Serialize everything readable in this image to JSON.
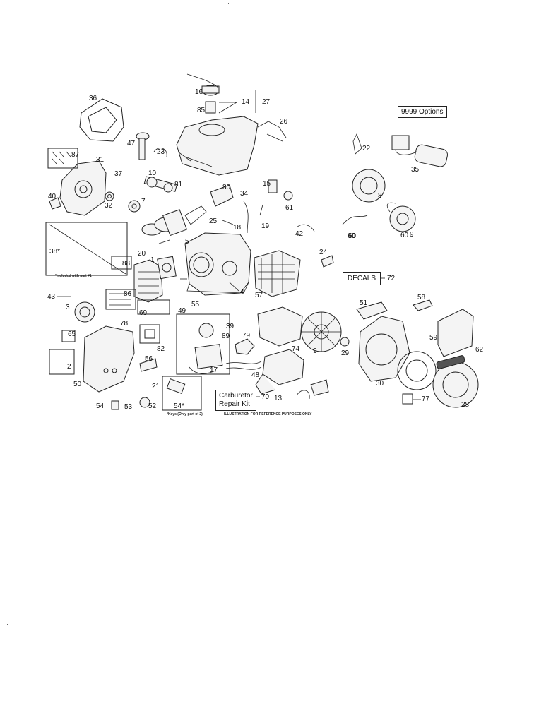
{
  "options_label": "9999 Options",
  "decals_label": "DECALS",
  "decals_number": "72",
  "carb_kit_label_line1": "Carburetor",
  "carb_kit_label_line2": "Repair Kit",
  "carb_kit_number": "70",
  "footnote_included": "*Included with part #1",
  "footnote_keys": "*Keys (Only part of 2)",
  "footnote_illustration": "ILLUSTRATION FOR REFERENCE PURPOSES ONLY",
  "callouts": [
    "1",
    "2",
    "3",
    "4",
    "5",
    "7",
    "8",
    "9",
    "10",
    "13",
    "14",
    "15",
    "16",
    "17",
    "18",
    "19",
    "20",
    "21",
    "22",
    "23",
    "24",
    "25",
    "26",
    "27",
    "28",
    "29",
    "30",
    "31",
    "32",
    "34",
    "35",
    "36",
    "37",
    "38*",
    "39",
    "40",
    "42",
    "43",
    "47",
    "48",
    "49",
    "50",
    "51",
    "52",
    "53",
    "54",
    "54*",
    "55",
    "56",
    "57",
    "58",
    "59",
    "60",
    "61",
    "62",
    "65",
    "69",
    "74",
    "77",
    "78",
    "79",
    "80",
    "81",
    "82",
    "85",
    "86",
    "87",
    "88",
    "89"
  ]
}
